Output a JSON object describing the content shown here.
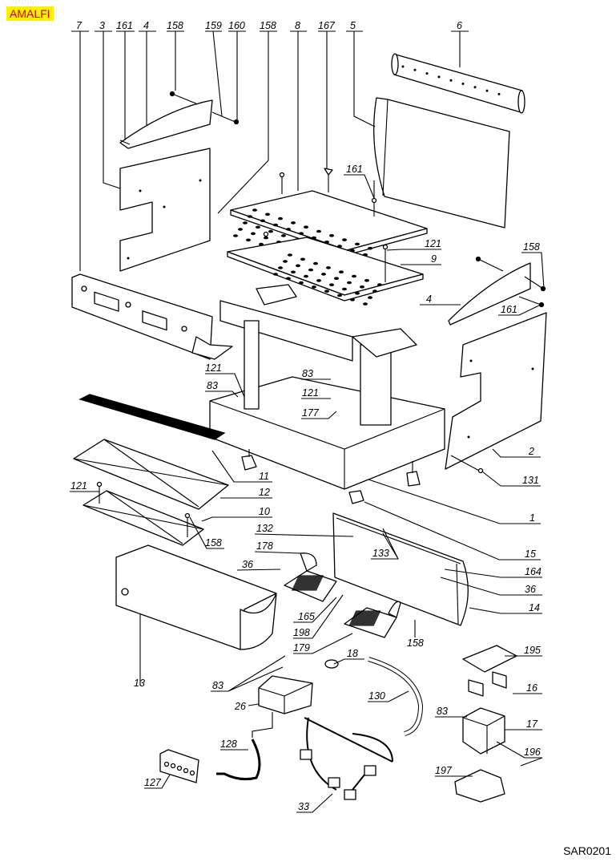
{
  "header": {
    "model_badge": "AMALFI",
    "drawing_code": "SAR0201"
  },
  "colors": {
    "badge_background": "#ffef00",
    "badge_text": "#cc0000",
    "line": "#000000"
  },
  "diagram": {
    "type": "exploded-parts-view",
    "callouts": [
      {
        "id": "c7",
        "label": "7",
        "part": "front-control-panel-left"
      },
      {
        "id": "c3",
        "label": "3",
        "part": "left-side-panel"
      },
      {
        "id": "c161a",
        "label": "161",
        "part": "screw"
      },
      {
        "id": "c4a",
        "label": "4",
        "part": "side-cap-left"
      },
      {
        "id": "c158a",
        "label": "158",
        "part": "screw"
      },
      {
        "id": "c159",
        "label": "159",
        "part": "washer"
      },
      {
        "id": "c160",
        "label": "160",
        "part": "nut"
      },
      {
        "id": "c158b",
        "label": "158",
        "part": "screw"
      },
      {
        "id": "c8",
        "label": "8",
        "part": "cup-warmer-grid"
      },
      {
        "id": "c167",
        "label": "167",
        "part": "fixing-clip"
      },
      {
        "id": "c5",
        "label": "5",
        "part": "rear-panel"
      },
      {
        "id": "c6",
        "label": "6",
        "part": "top-rail"
      },
      {
        "id": "c161b",
        "label": "161",
        "part": "screw"
      },
      {
        "id": "c121a",
        "label": "121",
        "part": "screw"
      },
      {
        "id": "c9",
        "label": "9",
        "part": "cup-warmer-tray"
      },
      {
        "id": "c158c",
        "label": "158",
        "part": "screw"
      },
      {
        "id": "c4b",
        "label": "4",
        "part": "side-cap-right"
      },
      {
        "id": "c161c",
        "label": "161",
        "part": "screw"
      },
      {
        "id": "c121b",
        "label": "121",
        "part": "screw"
      },
      {
        "id": "c83a",
        "label": "83",
        "part": "screw"
      },
      {
        "id": "c83b",
        "label": "83",
        "part": "screw"
      },
      {
        "id": "c121c",
        "label": "121",
        "part": "screw"
      },
      {
        "id": "c177",
        "label": "177",
        "part": "bracket"
      },
      {
        "id": "c2",
        "label": "2",
        "part": "right-side-panel"
      },
      {
        "id": "c131",
        "label": "131",
        "part": "screw"
      },
      {
        "id": "c11",
        "label": "11",
        "part": "drip-grid"
      },
      {
        "id": "c12",
        "label": "12",
        "part": "drip-tray"
      },
      {
        "id": "c121d",
        "label": "121",
        "part": "screw"
      },
      {
        "id": "c10",
        "label": "10",
        "part": "drip-tray-support"
      },
      {
        "id": "c158d",
        "label": "158",
        "part": "screw"
      },
      {
        "id": "c1",
        "label": "1",
        "part": "base-frame"
      },
      {
        "id": "c132",
        "label": "132",
        "part": "nut"
      },
      {
        "id": "c133",
        "label": "133",
        "part": "screw"
      },
      {
        "id": "c15",
        "label": "15",
        "part": "adjustable-foot"
      },
      {
        "id": "c178",
        "label": "178",
        "part": "left-vent-grille"
      },
      {
        "id": "c36a",
        "label": "36",
        "part": "screw"
      },
      {
        "id": "c164",
        "label": "164",
        "part": "clip"
      },
      {
        "id": "c165",
        "label": "165",
        "part": "spring"
      },
      {
        "id": "c36b",
        "label": "36",
        "part": "screw"
      },
      {
        "id": "c198",
        "label": "198",
        "part": "nut"
      },
      {
        "id": "c14",
        "label": "14",
        "part": "bottom-panel"
      },
      {
        "id": "c179",
        "label": "179",
        "part": "right-vent-grille"
      },
      {
        "id": "c158e",
        "label": "158",
        "part": "screw"
      },
      {
        "id": "c13",
        "label": "13",
        "part": "drip-tray-housing"
      },
      {
        "id": "c18",
        "label": "18",
        "part": "hose-clamp"
      },
      {
        "id": "c195",
        "label": "195",
        "part": "gasket"
      },
      {
        "id": "c16",
        "label": "16",
        "part": "bracket"
      },
      {
        "id": "c83c",
        "label": "83",
        "part": "screw"
      },
      {
        "id": "c130",
        "label": "130",
        "part": "drain-hose"
      },
      {
        "id": "c83d",
        "label": "83",
        "part": "screw"
      },
      {
        "id": "c17",
        "label": "17",
        "part": "electrical-box"
      },
      {
        "id": "c26",
        "label": "26",
        "part": "control-unit"
      },
      {
        "id": "c196",
        "label": "196",
        "part": "fuse"
      },
      {
        "id": "c128",
        "label": "128",
        "part": "ribbon-cable"
      },
      {
        "id": "c197",
        "label": "197",
        "part": "box-cover"
      },
      {
        "id": "c127",
        "label": "127",
        "part": "keypad"
      },
      {
        "id": "c33",
        "label": "33",
        "part": "wiring-harness"
      }
    ]
  }
}
